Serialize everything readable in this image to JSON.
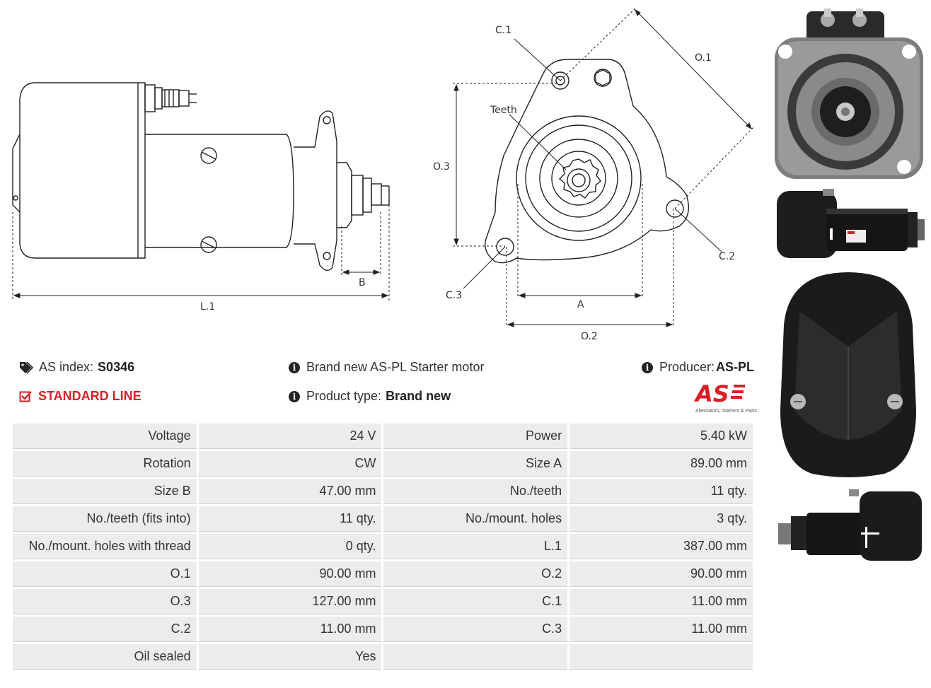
{
  "drawing": {
    "labels": {
      "l1": "L.1",
      "b": "B",
      "a": "A",
      "o1": "O.1",
      "o2": "O.2",
      "o3": "O.3",
      "c1": "C.1",
      "c2": "C.2",
      "c3": "C.3",
      "teeth": "Teeth"
    }
  },
  "info": {
    "as_index_label": "AS index:",
    "as_index_value": "S0346",
    "standard_line": "STANDARD LINE",
    "description": "Brand new AS-PL Starter motor",
    "product_type_label": "Product type:",
    "product_type_value": "Brand new",
    "producer_label": "Producer:",
    "producer_value": "AS-PL",
    "logo_text": "AS",
    "logo_tagline": "Alternators, Starters & Parts"
  },
  "specs": [
    [
      {
        "k": "Voltage",
        "v": "24 V"
      },
      {
        "k": "Power",
        "v": "5.40 kW"
      }
    ],
    [
      {
        "k": "Rotation",
        "v": "CW"
      },
      {
        "k": "Size A",
        "v": "89.00 mm"
      }
    ],
    [
      {
        "k": "Size B",
        "v": "47.00 mm"
      },
      {
        "k": "No./teeth",
        "v": "11 qty."
      }
    ],
    [
      {
        "k": "No./teeth (fits into)",
        "v": "11 qty."
      },
      {
        "k": "No./mount. holes",
        "v": "3 qty."
      }
    ],
    [
      {
        "k": "No./mount. holes with thread",
        "v": "0 qty."
      },
      {
        "k": "L.1",
        "v": "387.00 mm"
      }
    ],
    [
      {
        "k": "O.1",
        "v": "90.00 mm"
      },
      {
        "k": "O.2",
        "v": "90.00 mm"
      }
    ],
    [
      {
        "k": "O.3",
        "v": "127.00 mm"
      },
      {
        "k": "C.1",
        "v": "11.00 mm"
      }
    ],
    [
      {
        "k": "C.2",
        "v": "11.00 mm"
      },
      {
        "k": "C.3",
        "v": "11.00 mm"
      }
    ],
    [
      {
        "k": "Oil sealed",
        "v": "Yes"
      },
      {
        "k": "",
        "v": ""
      }
    ]
  ]
}
